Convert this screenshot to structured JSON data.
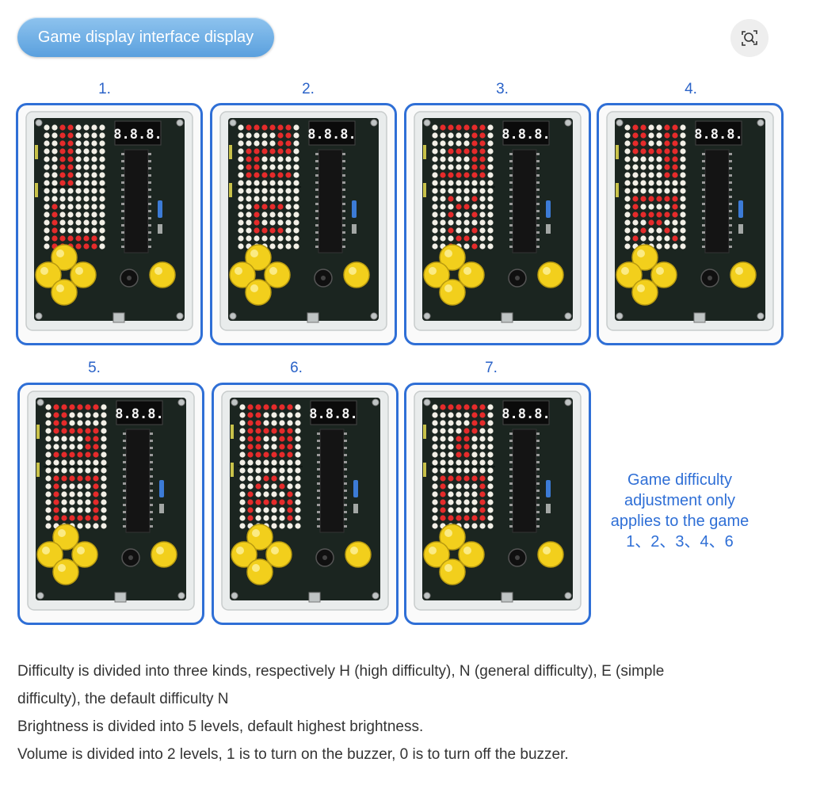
{
  "header": {
    "title": "Game display interface display"
  },
  "panels": [
    {
      "label": "1.",
      "glyph": "1"
    },
    {
      "label": "2.",
      "glyph": "2"
    },
    {
      "label": "3.",
      "glyph": "3"
    },
    {
      "label": "4.",
      "glyph": "4"
    },
    {
      "label": "5.",
      "glyph": "5"
    },
    {
      "label": "6.",
      "glyph": "6"
    },
    {
      "label": "7.",
      "glyph": "7"
    }
  ],
  "segment_display": "8.8.8.",
  "note": {
    "lines": [
      "Game difficulty",
      "adjustment only",
      "applies to the game",
      "1、2、3、4、6"
    ]
  },
  "description": {
    "lines": [
      "Difficulty is divided into three kinds, respectively H (high difficulty), N (general difficulty), E (simple",
      "difficulty), the default difficulty N",
      "Brightness is divided into 5 levels, default highest brightness.",
      "Volume is divided into 2 levels, 1 is to turn on the buzzer, 0 is to turn off the buzzer."
    ]
  },
  "colors": {
    "accent": "#2f6fd6",
    "led_on": "#e52b2b",
    "led_off": "#f2efe6",
    "button": "#f2cf1c",
    "board": "#1b2520"
  },
  "icons": {
    "lens": "visual-search-icon"
  }
}
